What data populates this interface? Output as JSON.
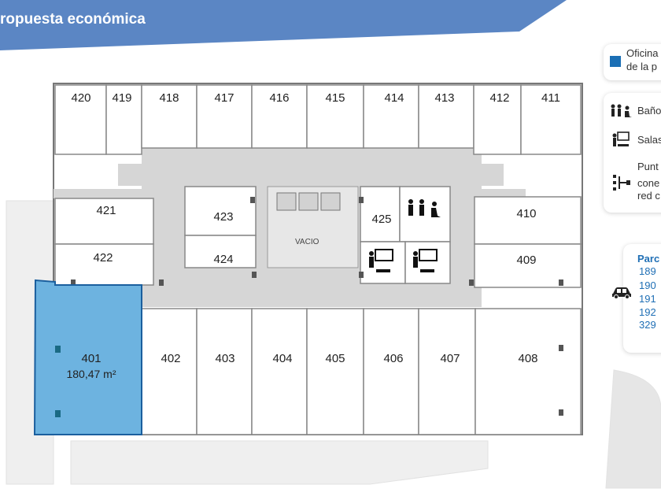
{
  "header": {
    "title": "ropuesta económica",
    "banner_color": "#5b86c4"
  },
  "plan": {
    "rooms_top": [
      "420",
      "419",
      "418",
      "417",
      "416",
      "415",
      "414",
      "413",
      "412",
      "411"
    ],
    "rooms_mid_left": [
      "421",
      "422"
    ],
    "rooms_core": [
      "423",
      "424"
    ],
    "room_425": "425",
    "rooms_mid_right": [
      "410",
      "409"
    ],
    "rooms_bottom": [
      "402",
      "403",
      "404",
      "405",
      "406",
      "407",
      "408"
    ],
    "void_label": "VACIO",
    "selected": {
      "number": "401",
      "area": "180,47 m²",
      "color": "#6db3e0"
    }
  },
  "legend": {
    "office_line1": "Oficina",
    "office_line2": "de la p",
    "office_color": "#1b6fb5",
    "bathrooms": "Baño",
    "meeting_rooms": "Salas",
    "network_line1": "Punt",
    "network_line2": "cone",
    "network_line3": "red c"
  },
  "parking": {
    "title": "Parc",
    "items": [
      "189",
      "190",
      "191",
      "192",
      "329"
    ],
    "icon": "car-icon"
  }
}
